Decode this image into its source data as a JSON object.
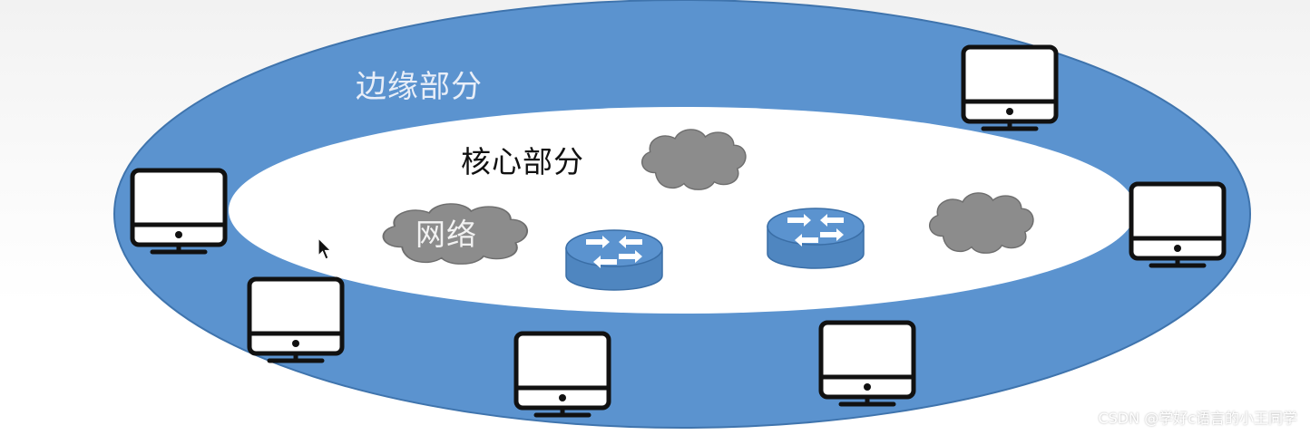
{
  "labels": {
    "edge_part": "边缘部分",
    "core_part": "核心部分",
    "network": "网络"
  },
  "watermark": "CSDN @学好c语言的小王同学",
  "colors": {
    "edge_ring": "#5b93cf",
    "edge_ring_stroke": "#3f74ad",
    "core_area": "#ffffff",
    "cloud_fill": "#8c8c8c",
    "cloud_stroke": "#6e6e6e",
    "router_top": "#5b93cf",
    "router_side": "#4f86c0",
    "computer_stroke": "#111111"
  },
  "icons": {
    "computer": "computer-monitor-icon",
    "router": "router-icon",
    "cloud": "cloud-icon",
    "cursor": "mouse-cursor-icon"
  }
}
